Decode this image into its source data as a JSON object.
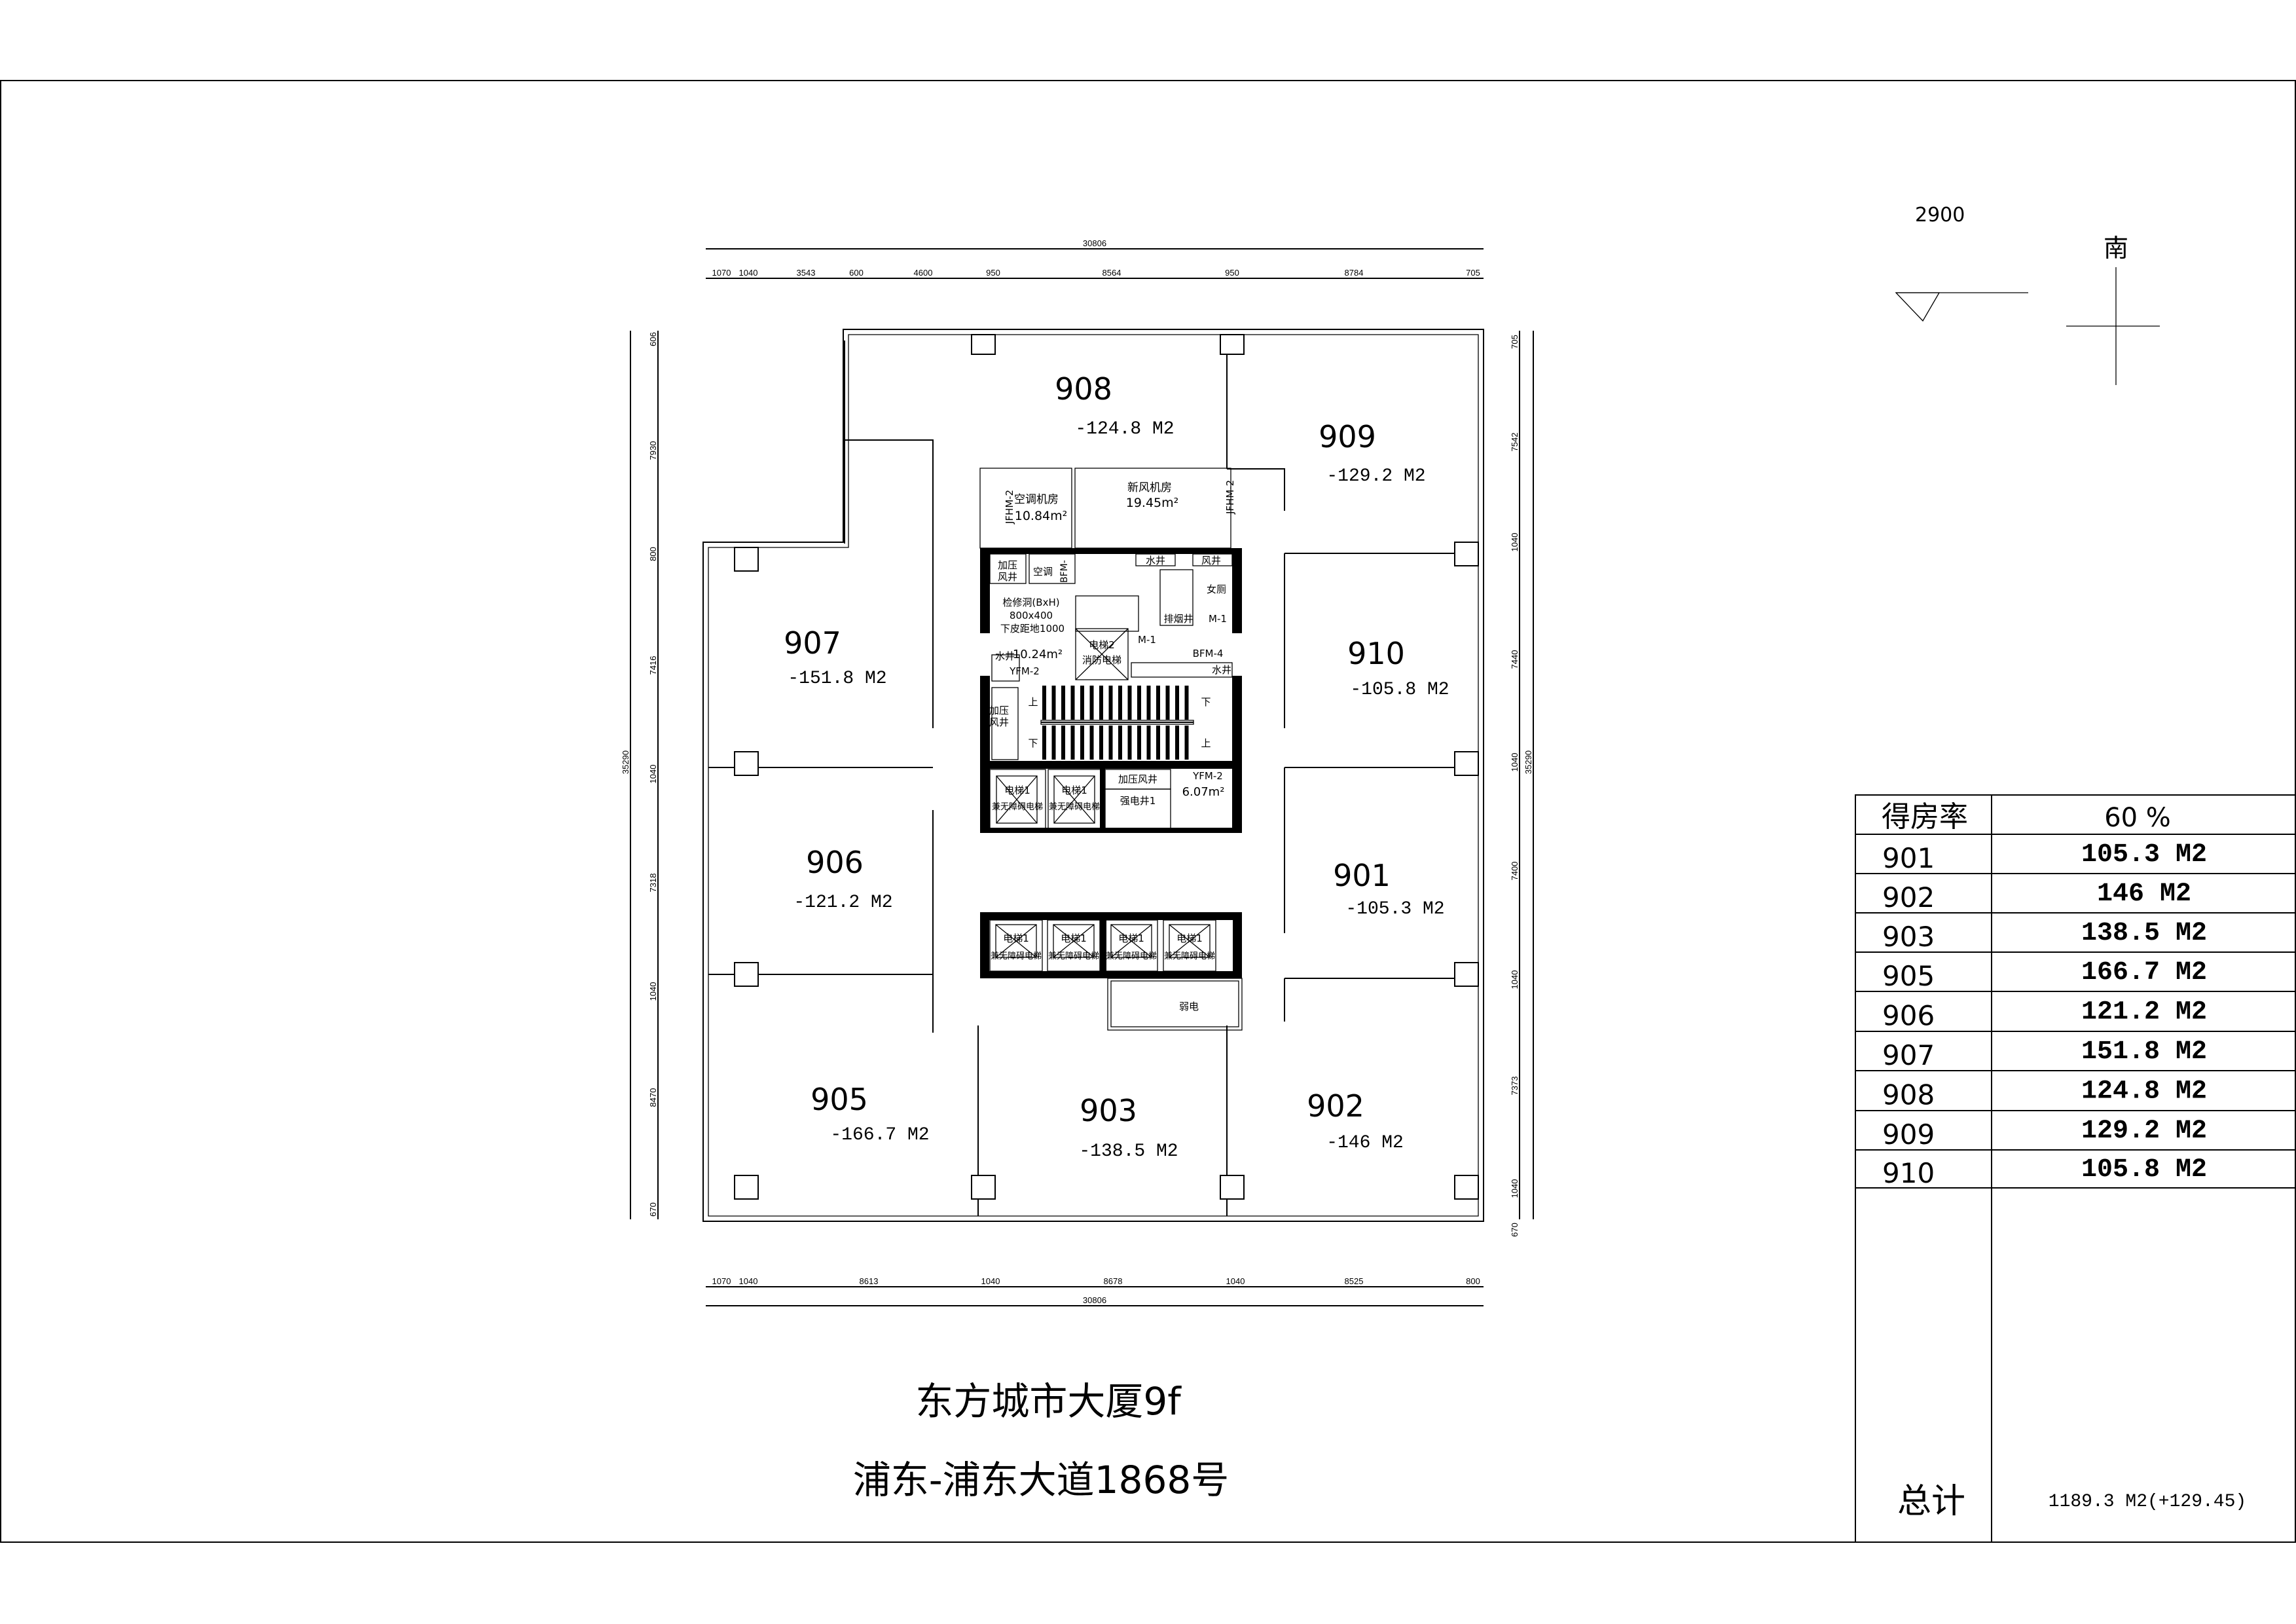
{
  "title": {
    "building": "东方城市大厦9f",
    "address": "浦东-浦东大道1868号"
  },
  "legend": {
    "elevation": "2900",
    "direction": "南"
  },
  "dimensions": {
    "top_total": "30806",
    "top_segments": [
      "1070",
      "1040",
      "3543",
      "600",
      "4600",
      "950",
      "8564",
      "950",
      "8784",
      "705"
    ],
    "bottom_total": "30806",
    "bottom_segments": [
      "1070",
      "1040",
      "8613",
      "1040",
      "8678",
      "1040",
      "8525",
      "800"
    ],
    "left_total": "35290",
    "left_segments": [
      "606",
      "7930",
      "800",
      "7416",
      "1040",
      "7318",
      "1040",
      "8470",
      "670"
    ],
    "right_total": "35290",
    "right_segments": [
      "705",
      "7542",
      "1040",
      "7440",
      "1040",
      "7400",
      "1040",
      "7373",
      "1040",
      "670"
    ]
  },
  "rooms": [
    {
      "number": "908",
      "area": "-124.8 M2"
    },
    {
      "number": "909",
      "area": "-129.2 M2"
    },
    {
      "number": "907",
      "area": "-151.8 M2"
    },
    {
      "number": "910",
      "area": "-105.8 M2"
    },
    {
      "number": "906",
      "area": "-121.2 M2"
    },
    {
      "number": "901",
      "area": "-105.3 M2"
    },
    {
      "number": "905",
      "area": "-166.7 M2"
    },
    {
      "number": "903",
      "area": "-138.5 M2"
    },
    {
      "number": "902",
      "area": "-146 M2"
    }
  ],
  "core": {
    "ac_room": "空调机房",
    "ac_room_area": "10.84m²",
    "fresh_air_room": "新风机房",
    "fresh_air_area": "19.45m²",
    "jfhm_left": "JFHM-2",
    "jfhm_right": "JFHM-2",
    "press_shaft_1a": "加压",
    "press_shaft_1b": "风井",
    "ac": "空调",
    "bfm": "BFM-",
    "water_shaft_top": "水井",
    "air_shaft_top": "风井",
    "women_wc": "女厕",
    "smoke_shaft": "排烟井",
    "m1_right": "M-1",
    "m1_center": "M-1",
    "access_hole": "检修洞(BxH)",
    "access_size": "800x400",
    "access_height": "下皮距地1000",
    "lobby_area": "10.24m²",
    "yfm_left": "YFM-2",
    "water_shaft_left": "水井",
    "fire_elevator_1": "电梯2",
    "fire_elevator_2": "消防电梯",
    "bfm4": "BFM-4",
    "water_shaft_right": "水井",
    "stair_up_1": "上",
    "stair_down_1": "下",
    "stair_down_2": "下",
    "stair_up_2": "上",
    "press_shaft_2a": "加压",
    "press_shaft_2b": "风井",
    "elevator_label": "电梯1",
    "elevator_sub": "兼无障碍电梯",
    "press_shaft_3": "加压风井",
    "power_shaft": "强电井1",
    "yfm_right": "YFM-2",
    "front_area": "6.07m²",
    "weak_power": "弱电"
  },
  "area_table": {
    "header_label": "得房率",
    "header_value": "60 %",
    "rows": [
      {
        "unit": "901",
        "area": "105.3 M2"
      },
      {
        "unit": "902",
        "area": "146 M2"
      },
      {
        "unit": "903",
        "area": "138.5 M2"
      },
      {
        "unit": "905",
        "area": "166.7 M2"
      },
      {
        "unit": "906",
        "area": "121.2 M2"
      },
      {
        "unit": "907",
        "area": "151.8 M2"
      },
      {
        "unit": "908",
        "area": "124.8 M2"
      },
      {
        "unit": "909",
        "area": "129.2 M2"
      },
      {
        "unit": "910",
        "area": "105.8 M2"
      }
    ],
    "total_label": "总计",
    "total_value": "1189.3 M2(+129.45)"
  }
}
